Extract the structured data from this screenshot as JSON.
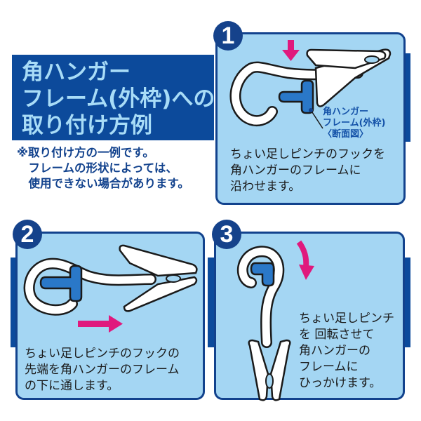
{
  "title": {
    "lines": [
      "角ハンガー",
      "フレーム(外枠)への",
      "取り付け方例"
    ]
  },
  "note": {
    "lines": [
      "※取り付け方の一例です。",
      "　フレームの形状によっては、",
      "　使用できない場合があります。"
    ]
  },
  "steps": [
    {
      "number": "1",
      "label_lines": [
        "角ハンガー",
        "フレーム(外枠)",
        "〈断面図〉"
      ],
      "text_lines": [
        "ちょい足しピンチのフックを",
        "角ハンガーのフレームに",
        "沿わせます。"
      ],
      "arrow": "down"
    },
    {
      "number": "2",
      "text_lines": [
        "ちょい足しピンチのフックの",
        "先端を角ハンガーのフレーム",
        "の下に通します。"
      ],
      "arrow": "right"
    },
    {
      "number": "3",
      "text_lines": [
        "ちょい足しピンチ",
        "を 回転させて",
        "角ハンガーの",
        "フレームに",
        "ひっかけます。"
      ],
      "arrow": "curved-down"
    }
  ],
  "colors": {
    "navy": "#12428d",
    "banner": "#0c4a9b",
    "panel_bg": "#a4d6f3",
    "title_text": "#a8dcf7",
    "frame_blue": "#2a78c8",
    "arrow_pink": "#e0197d"
  }
}
